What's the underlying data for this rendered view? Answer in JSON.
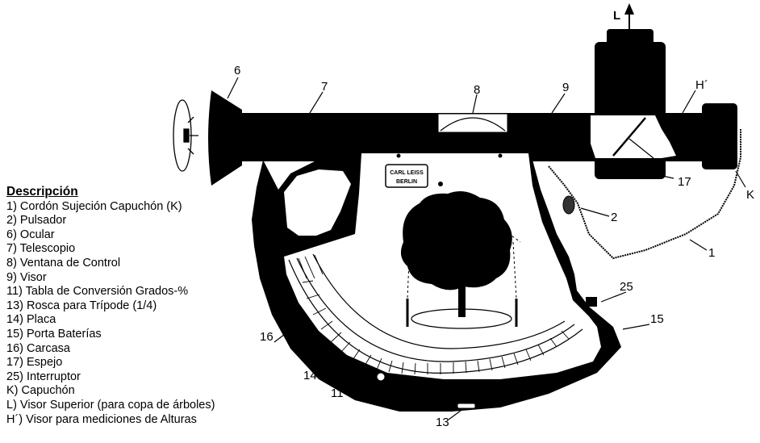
{
  "legend": {
    "title": "Descripción",
    "items": [
      "1)  Cordón Sujeción Capuchón (K)",
      "2)  Pulsador",
      "6)  Ocular",
      "7)  Telescopio",
      "8)  Ventana de Control",
      "9)  Visor",
      "11) Tabla de Conversión Grados-%",
      "13) Rosca para Trípode (1/4)",
      "14) Placa",
      "15) Porta Baterías",
      "16) Carcasa",
      "17) Espejo",
      "25) Interruptor",
      " K) Capuchón",
      " L) Visor Superior (para copa de árboles)",
      "H´) Visor para mediciones de Alturas"
    ]
  },
  "callouts": {
    "c6": "6",
    "c7": "7",
    "c8": "8",
    "c9": "9",
    "cH": "H´",
    "cL": "L",
    "c17": "17",
    "cK": "K",
    "c2": "2",
    "c1": "1",
    "c25": "25",
    "c15": "15",
    "c16": "16",
    "c14": "14",
    "c11": "11",
    "c13": "13"
  },
  "plate_badge": {
    "line1": "CARL LEISS",
    "line2": "BERLIN"
  }
}
